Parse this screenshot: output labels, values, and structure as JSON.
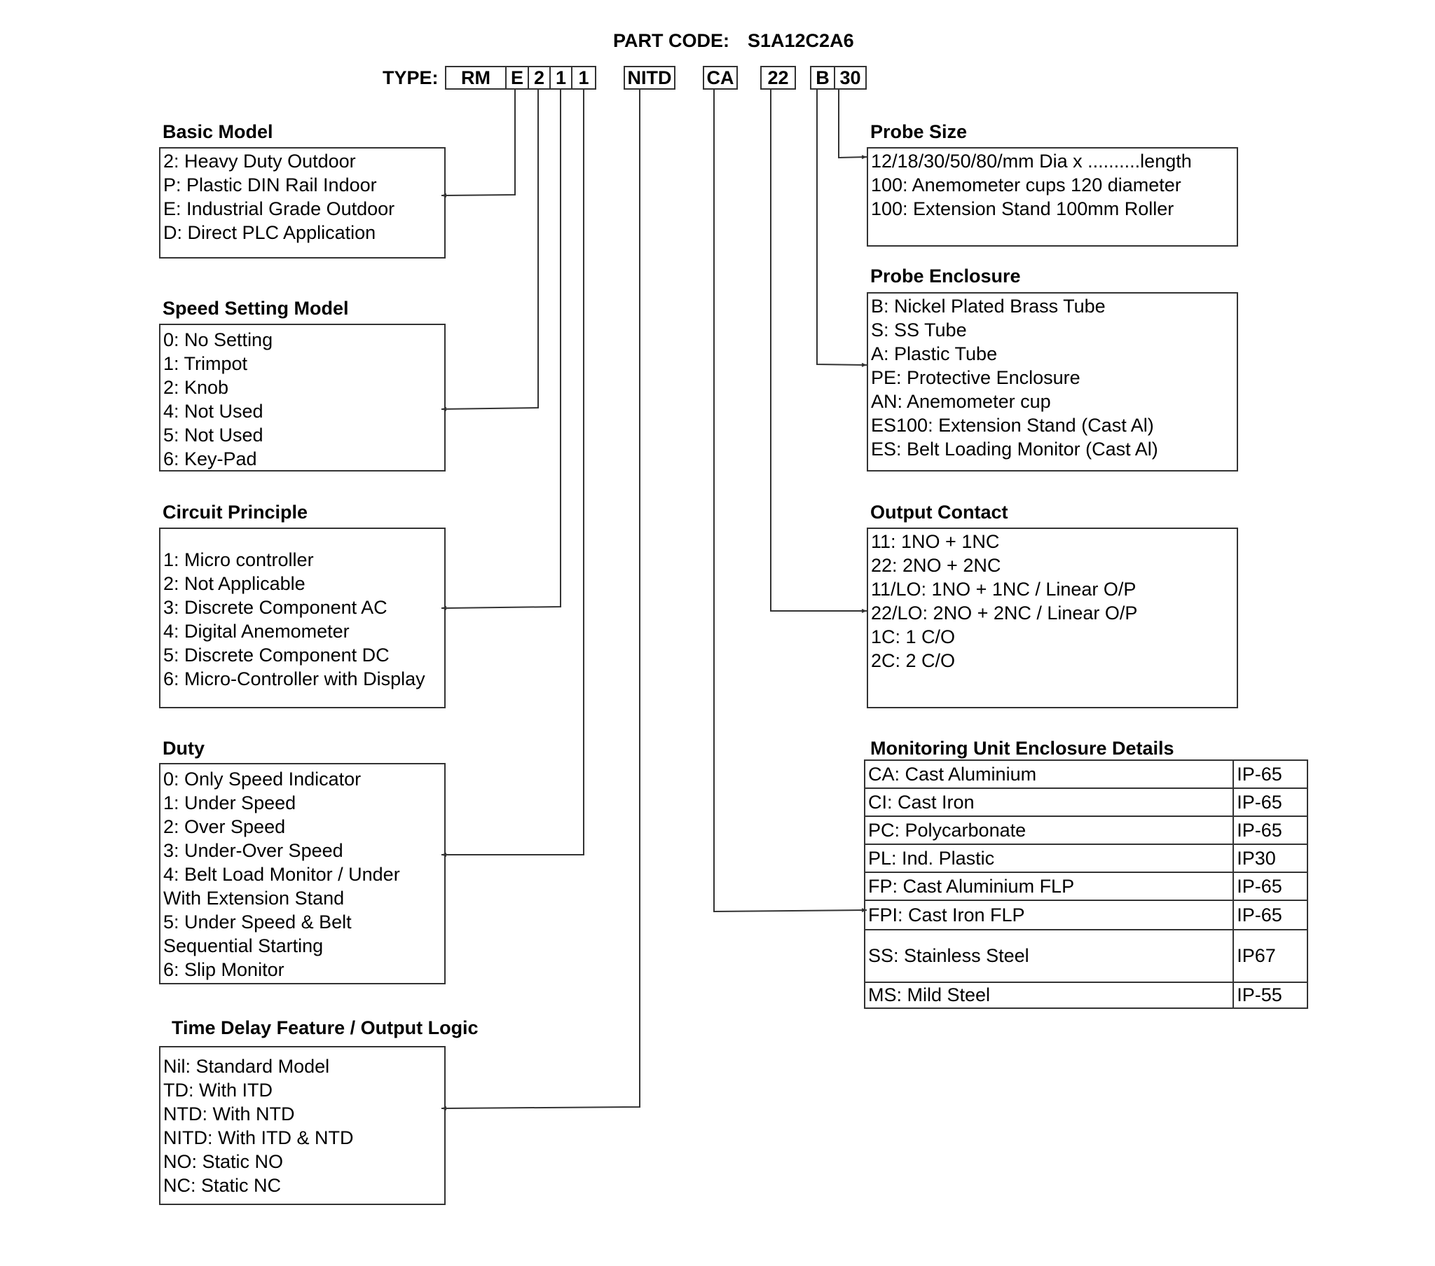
{
  "part_code": {
    "label": "PART CODE:",
    "value": "S1A12C2A6"
  },
  "type": {
    "label": "TYPE:",
    "segments": [
      "RM",
      "E",
      "2",
      "1",
      "1",
      "NITD",
      "CA",
      "22",
      "B",
      "30"
    ]
  },
  "sections": {
    "basic_model": {
      "title": "Basic Model",
      "items": [
        "2: Heavy Duty Outdoor",
        "P: Plastic DIN Rail Indoor",
        "E: Industrial Grade Outdoor",
        "D: Direct PLC Application"
      ]
    },
    "speed_setting": {
      "title": "Speed Setting Model",
      "items": [
        "0: No Setting",
        "1: Trimpot",
        "2:  Knob",
        "4: Not Used",
        "5: Not Used",
        "6: Key-Pad"
      ]
    },
    "circuit_principle": {
      "title": "Circuit Principle",
      "items": [
        "1: Micro controller",
        "2: Not Applicable",
        "3: Discrete Component AC",
        "4: Digital Anemometer",
        "5: Discrete Component DC",
        "6: Micro-Controller with Display"
      ]
    },
    "duty": {
      "title": "Duty",
      "items": [
        "0: Only Speed Indicator",
        "1: Under Speed",
        "2: Over Speed",
        "3: Under-Over Speed",
        "4: Belt Load Monitor / Under",
        "With Extension Stand",
        "5: Under Speed & Belt",
        "Sequential Starting",
        "6: Slip Monitor"
      ]
    },
    "time_delay": {
      "title": "Time Delay Feature / Output Logic",
      "items": [
        "Nil: Standard Model",
        "TD: With ITD",
        "NTD: With NTD",
        "NITD: With ITD & NTD",
        "NO: Static NO",
        "NC: Static NC"
      ]
    },
    "probe_size": {
      "title": "Probe Size",
      "items": [
        "12/18/30/50/80/mm Dia x ..........length",
        "100: Anemometer cups 120 diameter",
        "100: Extension Stand 100mm Roller"
      ]
    },
    "probe_enclosure": {
      "title": "Probe Enclosure",
      "items": [
        "B: Nickel Plated Brass Tube",
        "S: SS Tube",
        "A: Plastic Tube",
        "PE: Protective Enclosure",
        "AN: Anemometer cup",
        "ES100: Extension Stand (Cast Al)",
        "ES: Belt Loading Monitor (Cast Al)"
      ]
    },
    "output_contact": {
      "title": "Output Contact",
      "items": [
        "11: 1NO + 1NC",
        "22: 2NO + 2NC",
        "11/LO: 1NO + 1NC / Linear O/P",
        "22/LO: 2NO + 2NC / Linear O/P",
        "1C: 1 C/O",
        "2C: 2 C/O"
      ]
    },
    "monitoring_enclosure": {
      "title": "Monitoring Unit Enclosure Details",
      "rows": [
        [
          "CA: Cast Aluminium",
          "IP-65"
        ],
        [
          "CI: Cast Iron",
          "IP-65"
        ],
        [
          "PC: Polycarbonate",
          "IP-65"
        ],
        [
          "PL: Ind. Plastic",
          "IP30"
        ],
        [
          "FP: Cast Aluminium FLP",
          "IP-65"
        ],
        [
          "FPI: Cast Iron FLP",
          "IP-65"
        ],
        [
          "SS: Stainless Steel",
          "IP67"
        ],
        [
          "MS: Mild Steel",
          "IP-55"
        ]
      ]
    }
  },
  "colors": {
    "line": "#333333",
    "text": "#000000",
    "background": "#ffffff"
  }
}
